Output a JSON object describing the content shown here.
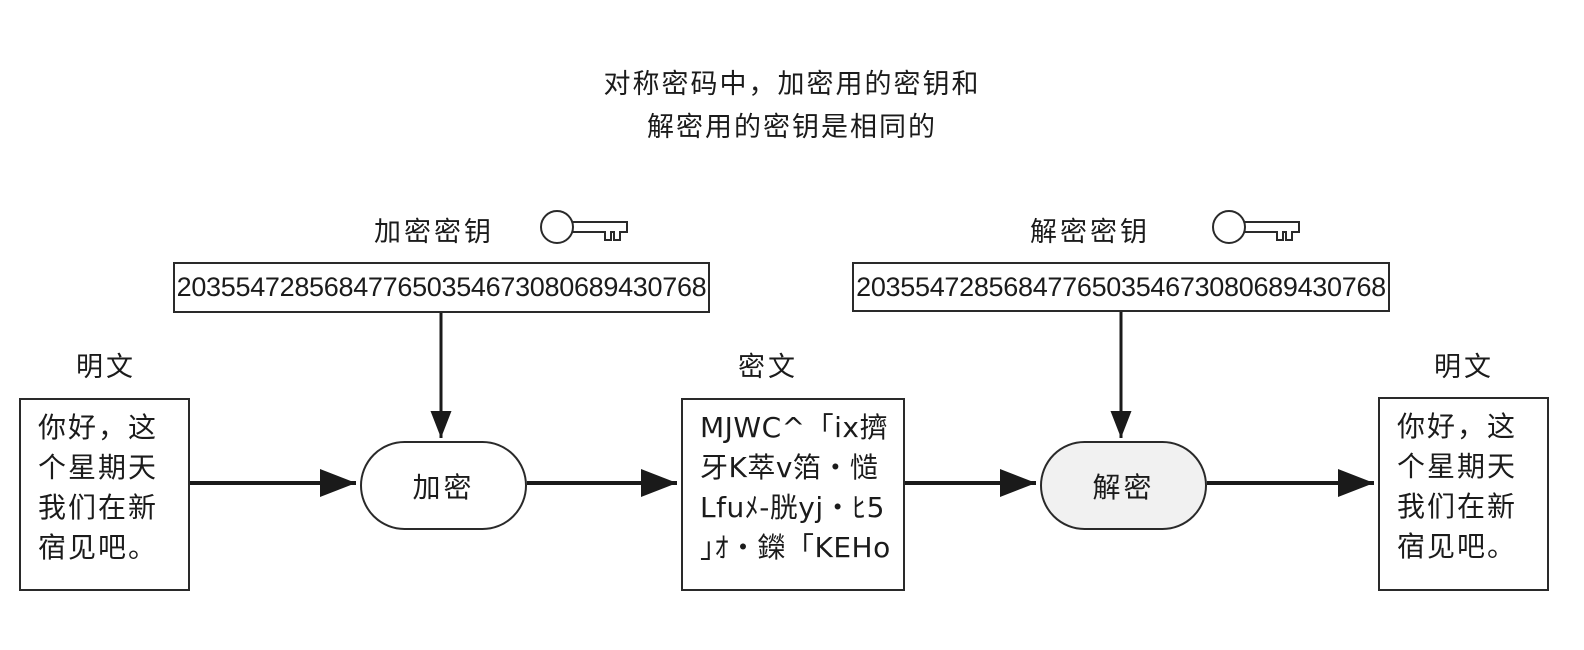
{
  "title": {
    "line1": "对称密码中，加密用的密钥和",
    "line2": "解密用的密钥是相同的"
  },
  "encryption_key": {
    "label": "加密密钥",
    "icon": "key-icon",
    "value": "203554728568477650354673080689430768"
  },
  "decryption_key": {
    "label": "解密密钥",
    "icon": "key-icon",
    "value": "203554728568477650354673080689430768"
  },
  "plaintext_in": {
    "label": "明文",
    "lines": [
      "你好，这",
      "个星期天",
      "我们在新",
      "宿见吧。"
    ]
  },
  "ciphertext": {
    "label": "密文",
    "lines": [
      "MJWC^「ix擠",
      "牙K萃v箔・慥",
      "Lfuﾒ-胱yj・ﾋ5",
      "｣ｵ・鑅「KEHo"
    ]
  },
  "plaintext_out": {
    "label": "明文",
    "lines": [
      "你好，这",
      "个星期天",
      "我们在新",
      "宿见吧。"
    ]
  },
  "processes": {
    "encrypt": "加密",
    "decrypt": "解密"
  },
  "colors": {
    "stroke": "#1a1a1a",
    "decrypt_fill": "#f1f1f1"
  }
}
